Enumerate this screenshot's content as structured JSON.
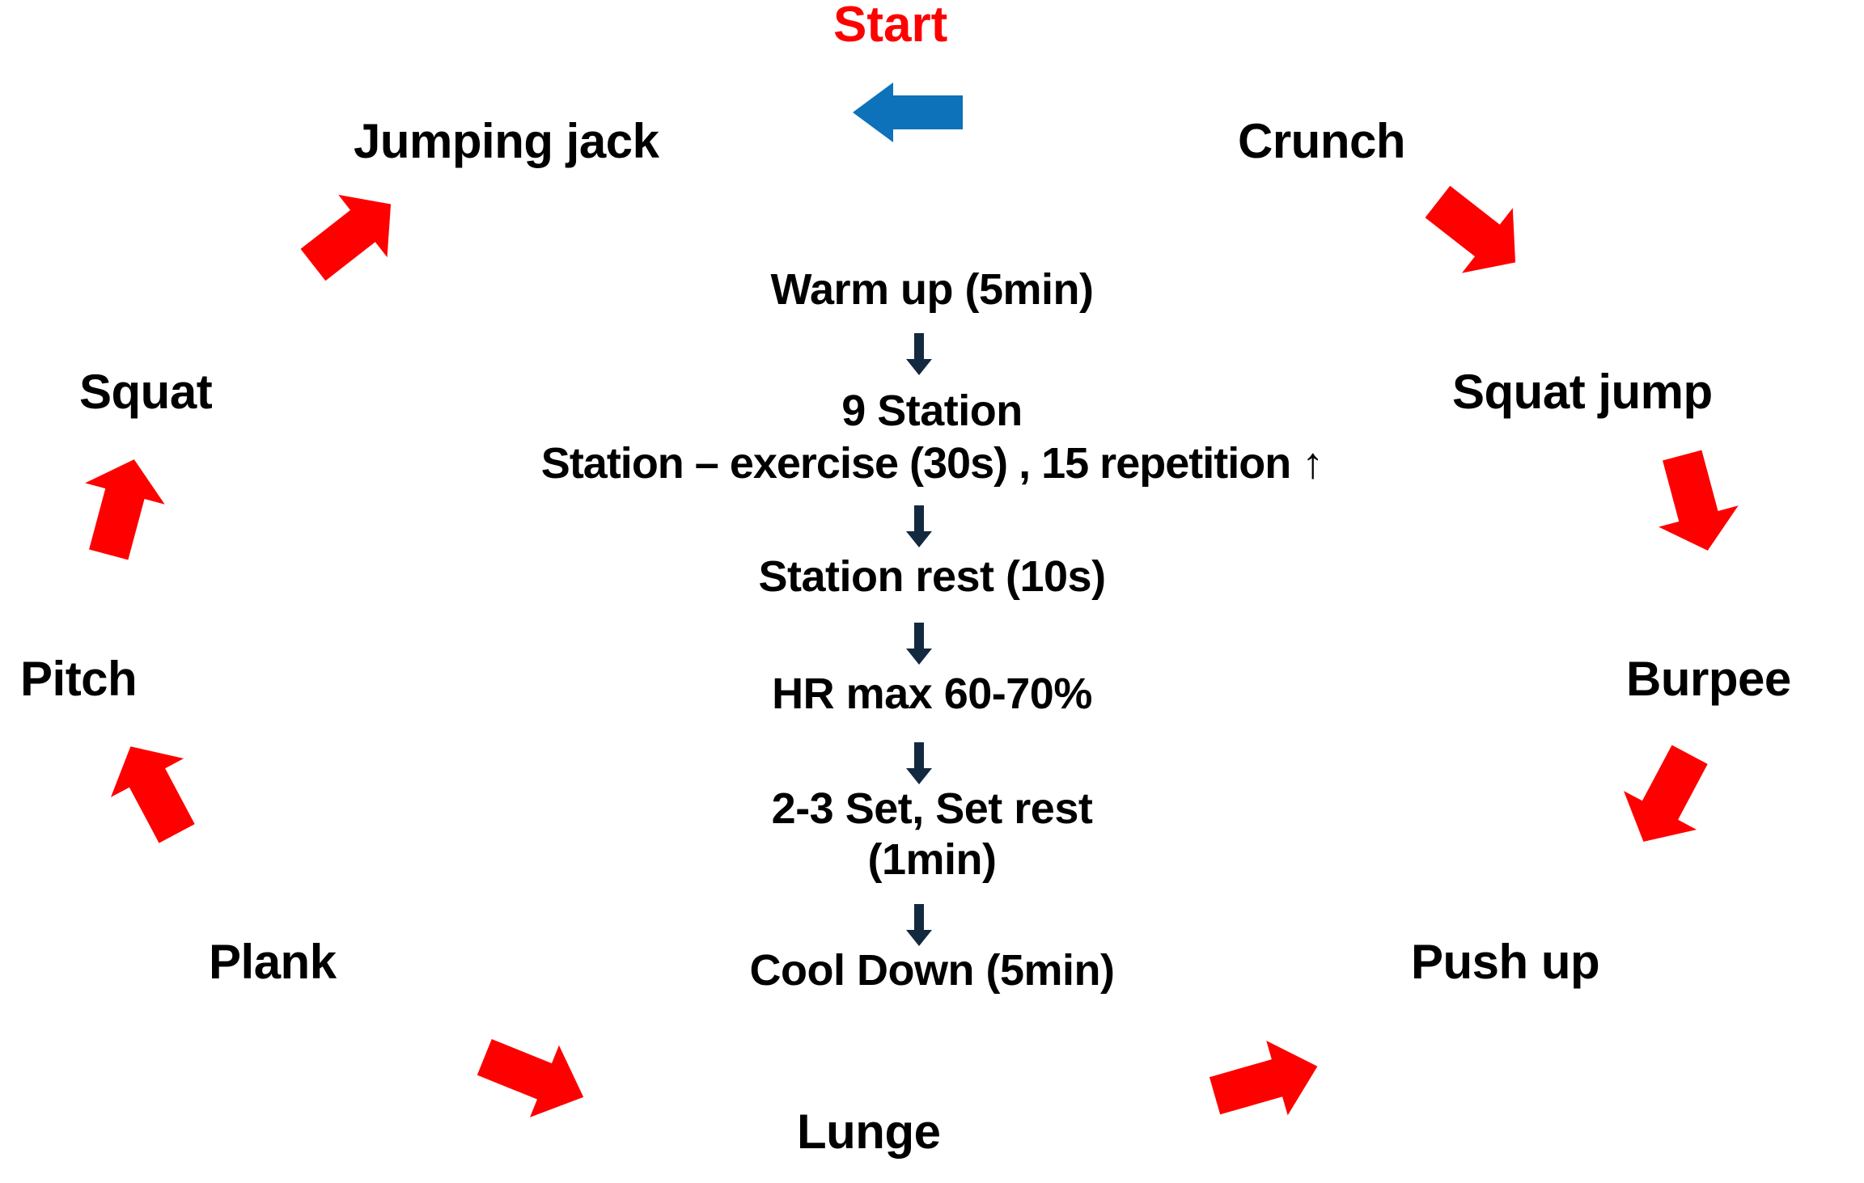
{
  "diagram": {
    "title_marker": "Start",
    "colors": {
      "start_text": "#FF0000",
      "start_arrow": "#0D72B9",
      "station_arrow": "#FF0000",
      "flow_arrow": "#0F2B46",
      "label_text": "#000000",
      "background": "#FFFFFF"
    },
    "center_flow": [
      {
        "id": "warm-up",
        "text": "Warm up (5min)"
      },
      {
        "id": "station-count",
        "text": "9 Station"
      },
      {
        "id": "station-detail",
        "text": "Station – exercise (30s) , 15 repetition ↑"
      },
      {
        "id": "station-rest",
        "text": "Station rest (10s)"
      },
      {
        "id": "hr-max",
        "text": "HR max 60-70%"
      },
      {
        "id": "sets-line1",
        "text": "2-3 Set, Set rest"
      },
      {
        "id": "sets-line2",
        "text": "(1min)"
      },
      {
        "id": "cool-down",
        "text": "Cool Down (5min)"
      }
    ],
    "stations": [
      {
        "id": "jumping-jack",
        "label": "Jumping jack",
        "order": 1,
        "side": "left",
        "arrow_direction": "down-left"
      },
      {
        "id": "squat",
        "label": "Squat",
        "order": 2,
        "side": "left",
        "arrow_direction": "down"
      },
      {
        "id": "pitch",
        "label": "Pitch",
        "order": 3,
        "side": "left",
        "arrow_direction": "down-right"
      },
      {
        "id": "plank",
        "label": "Plank",
        "order": 4,
        "side": "left",
        "arrow_direction": "right-down"
      },
      {
        "id": "lunge",
        "label": "Lunge",
        "order": 5,
        "side": "bottom",
        "arrow_direction": "right-up"
      },
      {
        "id": "push-up",
        "label": "Push up",
        "order": 6,
        "side": "right",
        "arrow_direction": "up-right"
      },
      {
        "id": "burpee",
        "label": "Burpee",
        "order": 7,
        "side": "right",
        "arrow_direction": "up"
      },
      {
        "id": "squat-jump",
        "label": "Squat jump",
        "order": 8,
        "side": "right",
        "arrow_direction": "up-left"
      },
      {
        "id": "crunch",
        "label": "Crunch",
        "order": 9,
        "side": "right",
        "arrow_direction": "up-left"
      }
    ]
  }
}
